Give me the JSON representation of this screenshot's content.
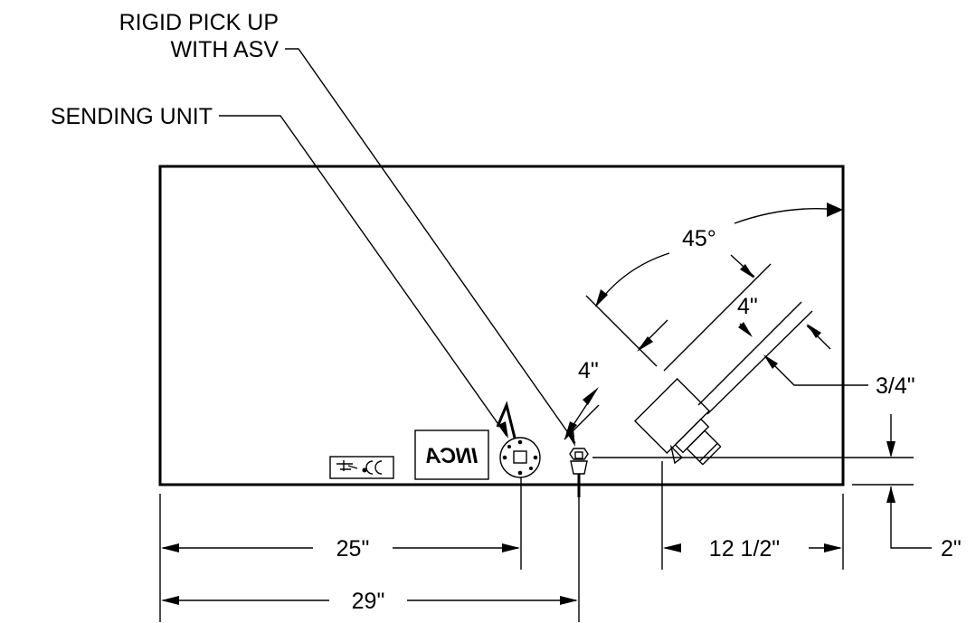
{
  "callouts": {
    "rigid_pickup_line1": "RIGID PICK UP",
    "rigid_pickup_line2": "WITH ASV",
    "sending_unit": "SENDING UNIT"
  },
  "dimensions": {
    "angle": "45°",
    "offset_outer": "4\"",
    "offset_inner": "4\"",
    "thickness": "3/4\"",
    "bottom_offset": "2\"",
    "dim_25": "25\"",
    "dim_29": "29\"",
    "dim_12_5": "12 1/2\""
  },
  "logos": {
    "brand": "INCA"
  }
}
